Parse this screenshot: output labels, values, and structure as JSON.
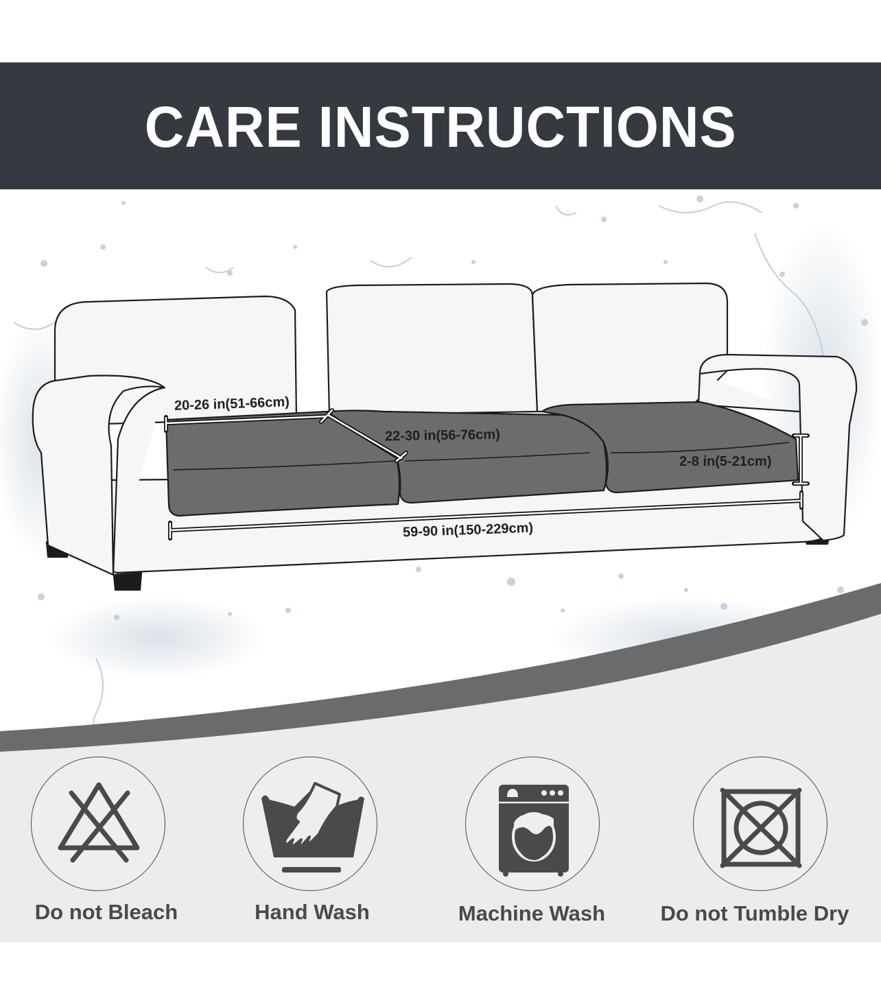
{
  "header": {
    "title": "CARE INSTRUCTIONS",
    "background_color": "#343a3f",
    "text_color": "#ffffff"
  },
  "illustration": {
    "subject": "three-seat sofa with grey seat cushion covers, water splash background",
    "cushion_color": "#6b6c6e",
    "sofa_color": "#f6f6f6",
    "dimensions": {
      "cushion_width": "20-26 in(51-66cm)",
      "cushion_depth": "22-30 in(56-76cm)",
      "cushion_thickness": "2-8 in(5-21cm)",
      "total_width": "59-90 in(150-229cm)"
    }
  },
  "care": {
    "background_color": "#ececee",
    "icon_color": "#4a4a4a",
    "items": [
      {
        "icon": "no-bleach-icon",
        "label": "Do not Bleach"
      },
      {
        "icon": "hand-wash-icon",
        "label": "Hand Wash"
      },
      {
        "icon": "machine-wash-icon",
        "label": "Machine Wash"
      },
      {
        "icon": "no-tumble-dry-icon",
        "label": "Do not Tumble Dry"
      }
    ]
  }
}
